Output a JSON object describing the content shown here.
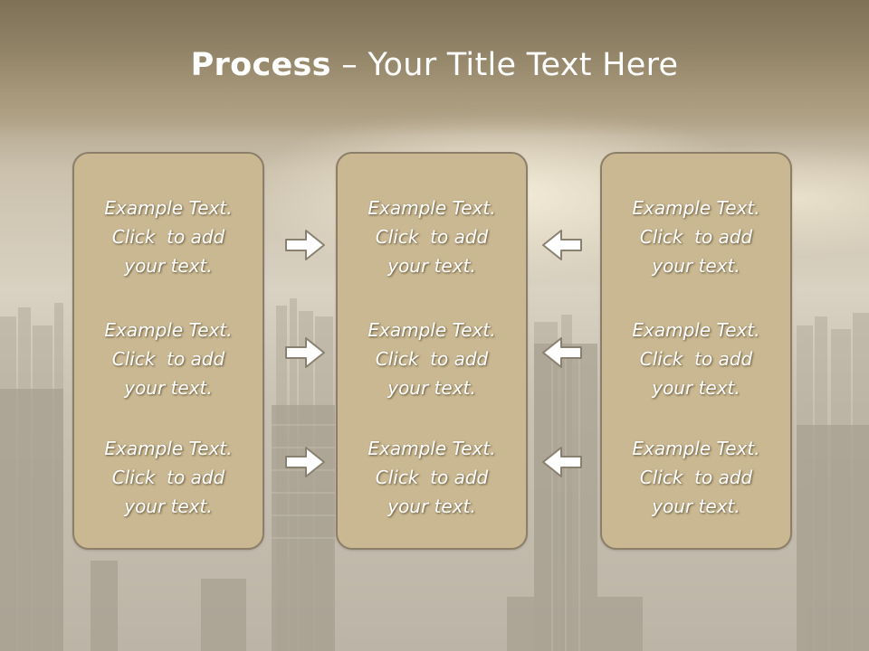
{
  "title": {
    "bold": "Process",
    "rest": " – Your Title Text Here"
  },
  "panels": {
    "left": [
      {
        "line1": "Example Text.",
        "line2": "Click  to add",
        "line3": "your text."
      },
      {
        "line1": "Example Text.",
        "line2": "Click  to add",
        "line3": "your text."
      },
      {
        "line1": "Example Text.",
        "line2": "Click  to add",
        "line3": "your text."
      }
    ],
    "center": [
      {
        "line1": "Example Text.",
        "line2": "Click  to add",
        "line3": "your text."
      },
      {
        "line1": "Example Text.",
        "line2": "Click  to add",
        "line3": "your text."
      },
      {
        "line1": "Example Text.",
        "line2": "Click  to add",
        "line3": "your text."
      }
    ],
    "right": [
      {
        "line1": "Example Text.",
        "line2": "Click  to add",
        "line3": "your text."
      },
      {
        "line1": "Example Text.",
        "line2": "Click  to add",
        "line3": "your text."
      },
      {
        "line1": "Example Text.",
        "line2": "Click  to add",
        "line3": "your text."
      }
    ]
  },
  "icons": {
    "left_arrows": "arrow-right-icon",
    "right_arrows": "arrow-left-icon",
    "background": "city-skyline"
  },
  "colors": {
    "panel_fill": "#c9b892",
    "panel_border": "#8c7f69",
    "header_band": "#8f8165",
    "text": "#ffffff"
  }
}
